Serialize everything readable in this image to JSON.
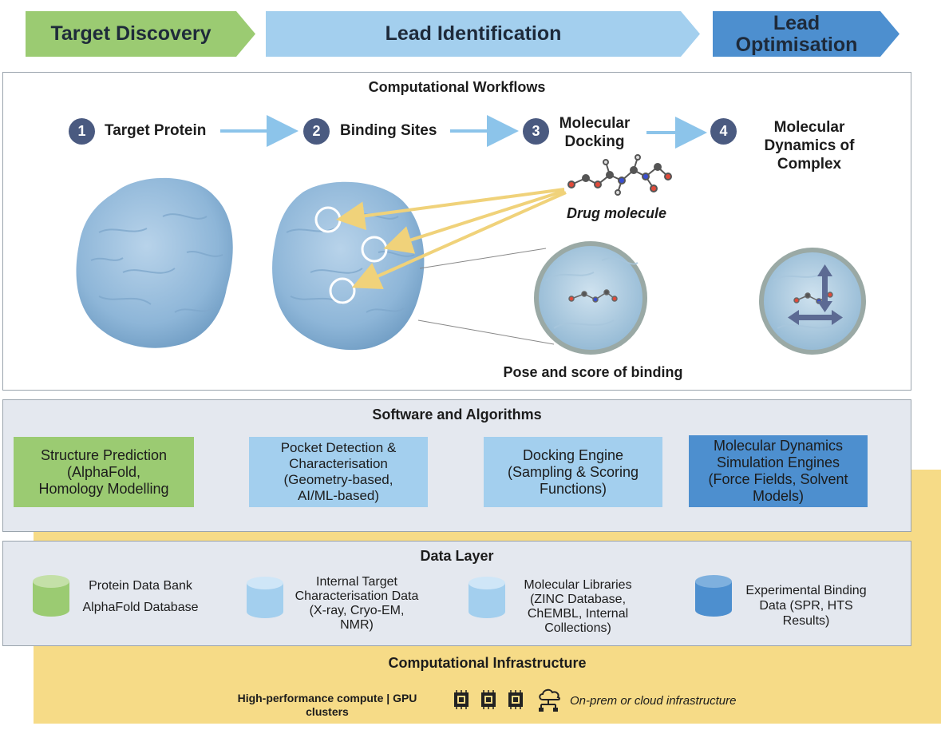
{
  "phases": {
    "target_discovery": "Target Discovery",
    "lead_identification": "Lead Identification",
    "lead_optimisation_line1": "Lead",
    "lead_optimisation_line2": "Optimisation"
  },
  "workflow": {
    "title": "Computational Workflows",
    "steps": [
      {
        "number": "1",
        "label_line1": "Target Protein",
        "label_line2": "",
        "label_line3": ""
      },
      {
        "number": "2",
        "label_line1": "Binding Sites",
        "label_line2": "",
        "label_line3": ""
      },
      {
        "number": "3",
        "label_line1": "Molecular",
        "label_line2": "Docking",
        "label_line3": ""
      },
      {
        "number": "4",
        "label_line1": "Molecular",
        "label_line2": "Dynamics of",
        "label_line3": "Complex"
      }
    ],
    "drug_molecule_label": "Drug molecule",
    "pose_label": "Pose and score of binding"
  },
  "software": {
    "title": "Software and Algorithms",
    "boxes": [
      {
        "lines": [
          "Structure Prediction",
          "(AlphaFold,",
          "Homology Modelling"
        ],
        "color": "#9bcb72"
      },
      {
        "lines": [
          "Pocket Detection &",
          "Characterisation",
          "(Geometry-based,",
          "AI/ML-based)"
        ],
        "color": "#a3cfee"
      },
      {
        "lines": [
          "Docking Engine",
          "(Sampling & Scoring",
          "Functions)"
        ],
        "color": "#a3cfee"
      },
      {
        "lines": [
          "Molecular Dynamics",
          "Simulation Engines",
          "(Force Fields, Solvent",
          "Models)"
        ],
        "color": "#4d8fcf"
      }
    ]
  },
  "data_layer": {
    "title": "Data Layer",
    "items": [
      {
        "lines": [
          "Protein Data Bank",
          "AlphaFold Database"
        ],
        "color": "#9bcb72"
      },
      {
        "lines": [
          "Internal Target",
          "Characterisation Data",
          "(X-ray, Cryo-EM,",
          "NMR)"
        ],
        "color": "#a3cfee"
      },
      {
        "lines": [
          "Molecular Libraries",
          "(ZINC Database,",
          "ChEMBL, Internal",
          "Collections)"
        ],
        "color": "#a3cfee"
      },
      {
        "lines": [
          "Experimental Binding",
          "Data (SPR, HTS",
          "Results)"
        ],
        "color": "#4d8fcf"
      }
    ]
  },
  "infrastructure": {
    "title": "Computational Infrastructure",
    "compute_line1": "High-performance compute | GPU",
    "compute_line2": "clusters",
    "cloud_label": "On-prem or cloud infrastructure"
  },
  "icons": [
    "chip-icon",
    "cloud-network-icon",
    "database-icon"
  ]
}
